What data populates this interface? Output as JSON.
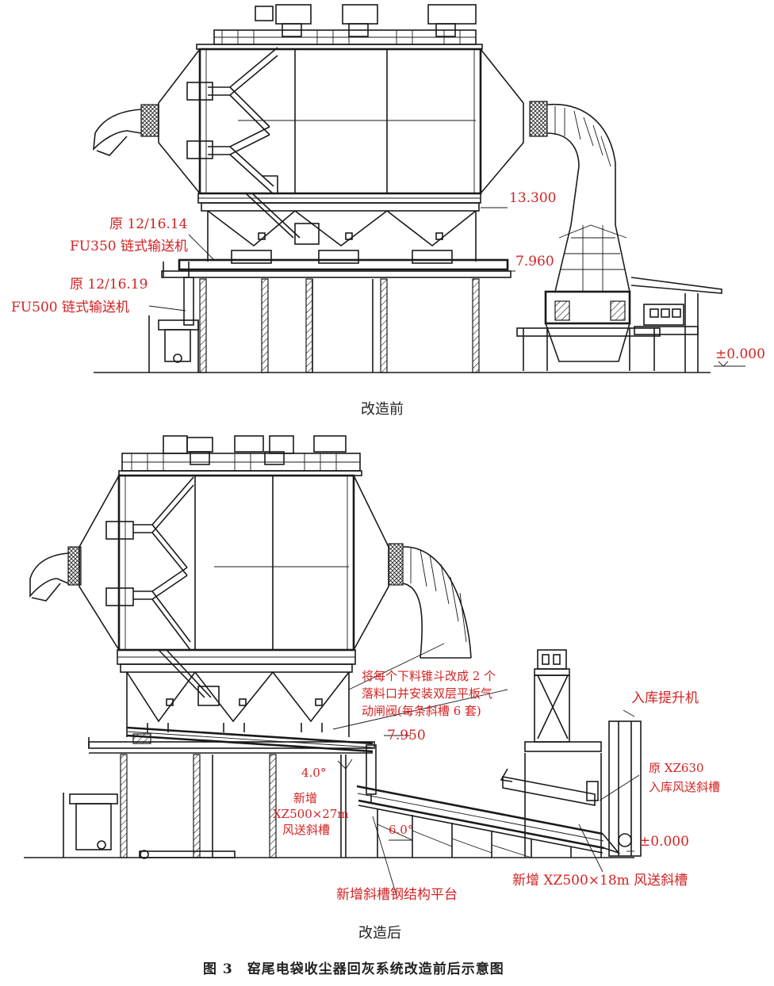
{
  "before": {
    "subcaption": "改造前",
    "annotations": {
      "orig_1_num": "原 12/16.14",
      "orig_1_name": "FU350 链式输送机",
      "orig_2_num": "原 12/16.19",
      "orig_2_name": "FU500 链式输送机"
    },
    "elevations": {
      "e1": "13.300",
      "e2": "7.960",
      "e3": "±0.000"
    }
  },
  "after": {
    "subcaption": "改造后",
    "annotations": {
      "note_line1": "将每个下料锥斗改成 2 个",
      "note_line2": "落料口并安装双层平板气",
      "note_line3": "动闸阀(每条斜槽 6 套)",
      "elevator": "入库提升机",
      "orig_slide_1": "原 XZ630",
      "orig_slide_2": "入库风送斜槽",
      "new_slide_1": "新增",
      "new_slide_2": "XZ500×27m",
      "new_slide_3": "风送斜槽",
      "new_platform": "新增斜槽钢结构平台",
      "new_slide_b": "新增 XZ500×18m 风送斜槽"
    },
    "elevations": {
      "e1": "7.950",
      "e2": "±0.000"
    },
    "angles": {
      "a1": "4.0°",
      "a2": "6.0°"
    }
  },
  "caption": "图 3　窑尾电袋收尘器回灰系统改造前后示意图",
  "colors": {
    "annotation": "#d42222",
    "drawing": "#1a1a1a"
  }
}
